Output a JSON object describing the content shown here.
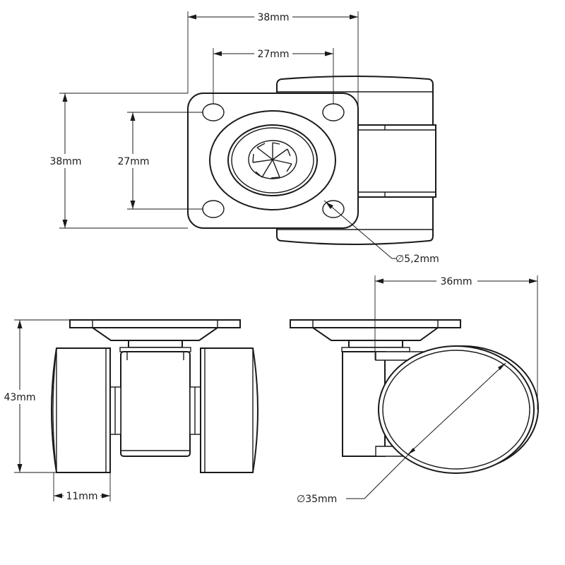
{
  "dimensions": {
    "top_width": "38mm",
    "top_hole_spacing_h": "27mm",
    "top_height": "38mm",
    "top_hole_spacing_v": "27mm",
    "hole_diameter": "∅5,2mm",
    "side_length": "36mm",
    "front_height": "43mm",
    "wheel_width": "11mm",
    "wheel_diameter": "∅35mm"
  }
}
